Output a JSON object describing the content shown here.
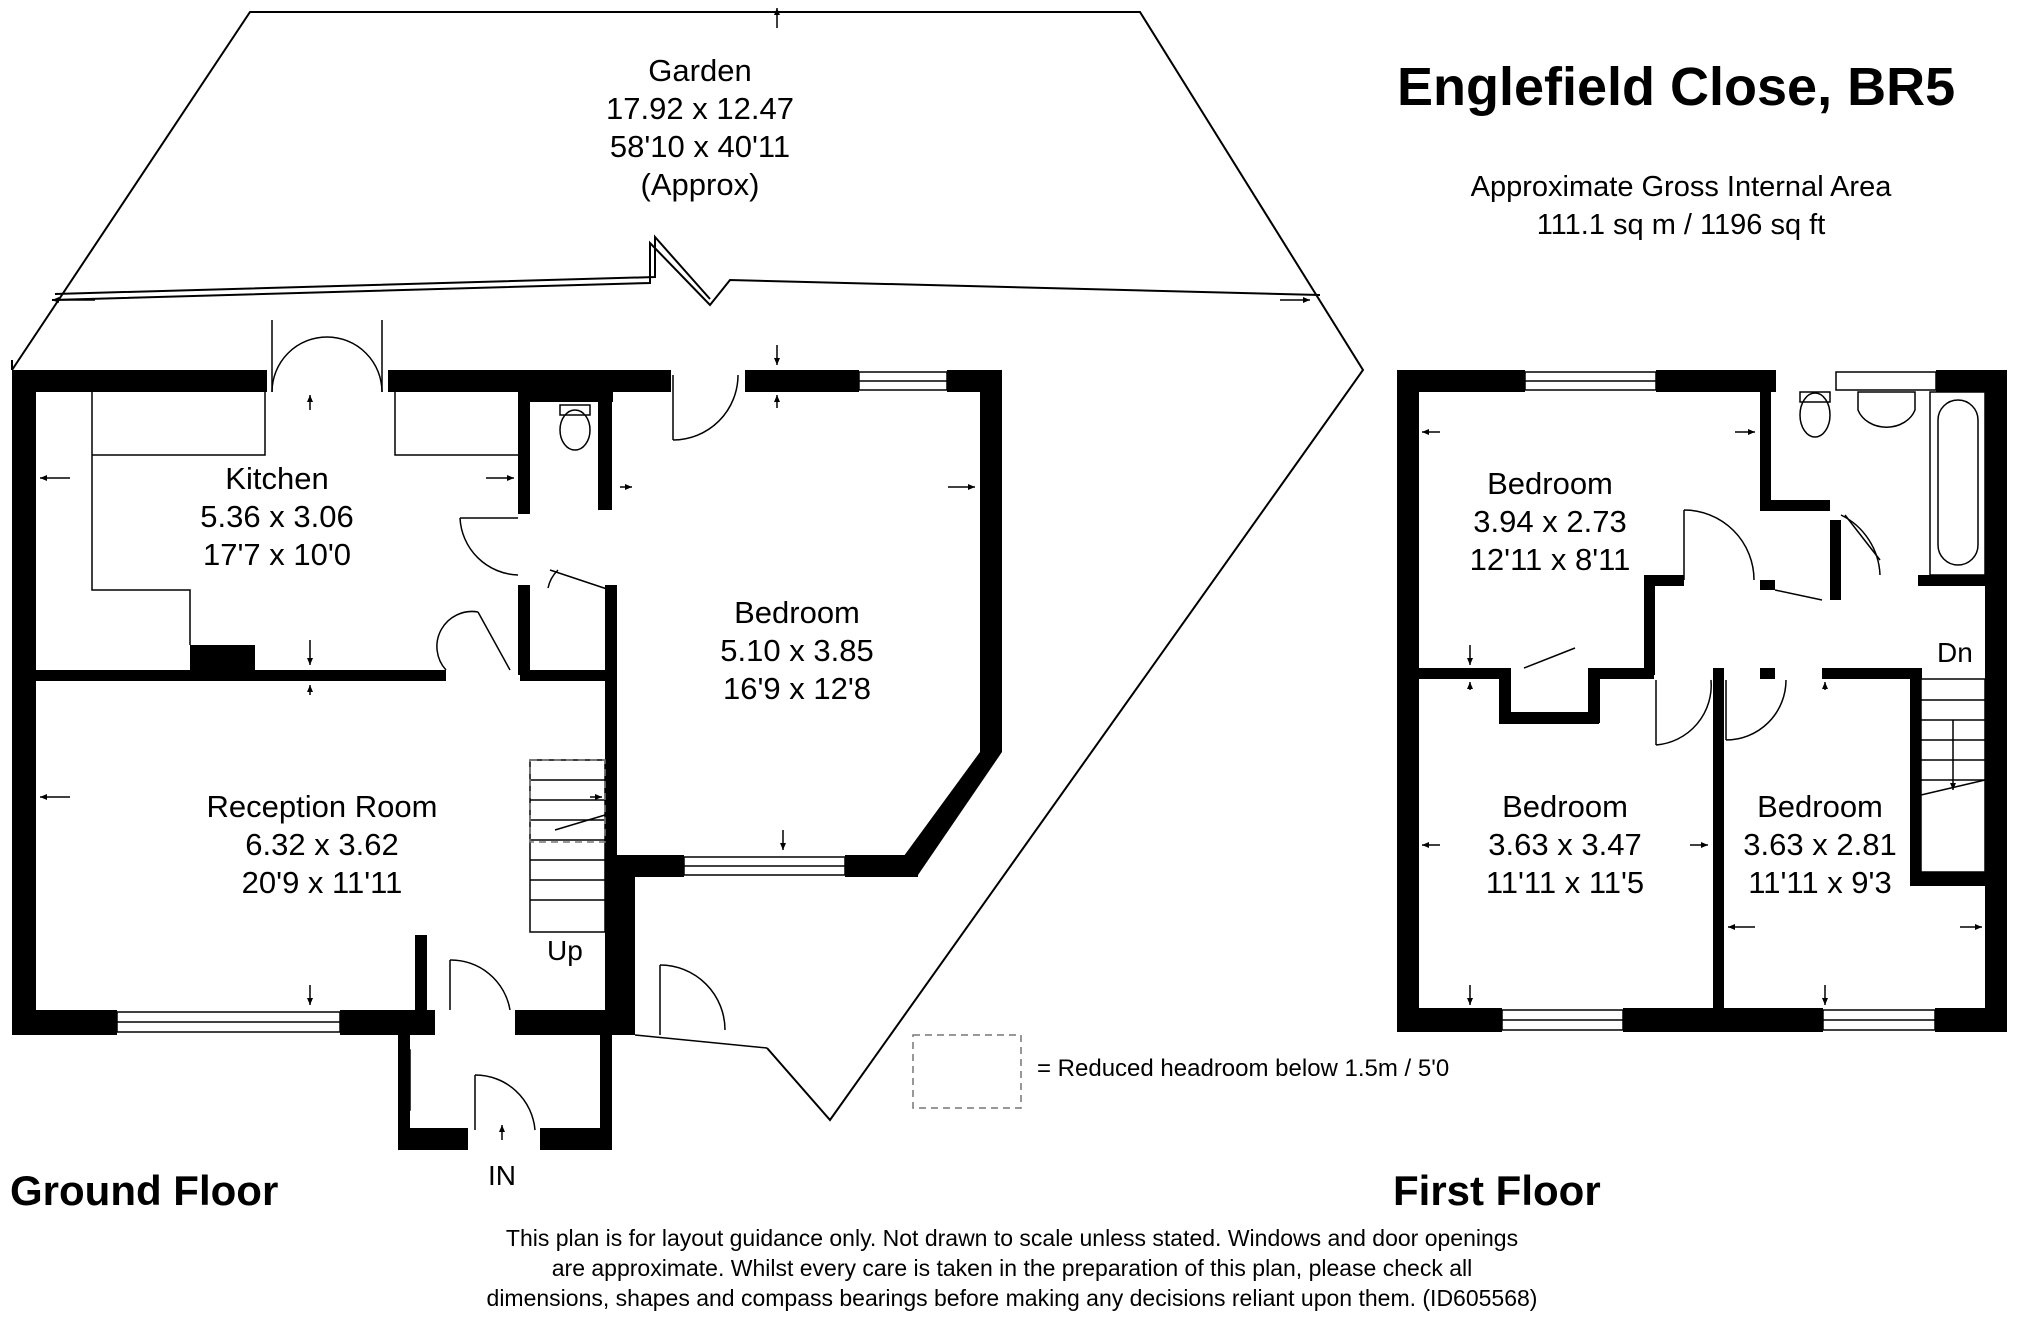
{
  "property": {
    "title": "Englefield Close, BR5",
    "area_label": "Approximate Gross Internal Area",
    "area_value": "111.1 sq m / 1196 sq ft"
  },
  "ground_floor": {
    "name": "Ground Floor",
    "rooms": [
      {
        "name": "Garden",
        "metric": "17.92 x 12.47",
        "imperial": "58'10 x 40'11",
        "note": "(Approx)"
      },
      {
        "name": "Kitchen",
        "metric": "5.36 x 3.06",
        "imperial": "17'7 x 10'0"
      },
      {
        "name": "Bedroom",
        "metric": "5.10 x 3.85",
        "imperial": "16'9 x 12'8"
      },
      {
        "name": "Reception Room",
        "metric": "6.32 x 3.62",
        "imperial": "20'9 x 11'11"
      }
    ],
    "stairs_label": "Up",
    "entrance_label": "IN"
  },
  "first_floor": {
    "name": "First Floor",
    "rooms": [
      {
        "name": "Bedroom",
        "metric": "3.94 x 2.73",
        "imperial": "12'11 x 8'11"
      },
      {
        "name": "Bedroom",
        "metric": "3.63 x 3.47",
        "imperial": "11'11 x 11'5"
      },
      {
        "name": "Bedroom",
        "metric": "3.63 x 2.81",
        "imperial": "11'11 x 9'3"
      }
    ],
    "stairs_label": "Dn"
  },
  "legend": {
    "reduced_headroom": "= Reduced headroom below 1.5m / 5'0"
  },
  "disclaimer": {
    "lines": [
      "This plan is for layout guidance only. Not drawn to scale unless stated. Windows and door openings",
      "are approximate. Whilst every care is taken in the preparation of this plan, please check all",
      "dimensions, shapes and compass bearings before making any decisions reliant upon them. (ID605568)"
    ]
  }
}
